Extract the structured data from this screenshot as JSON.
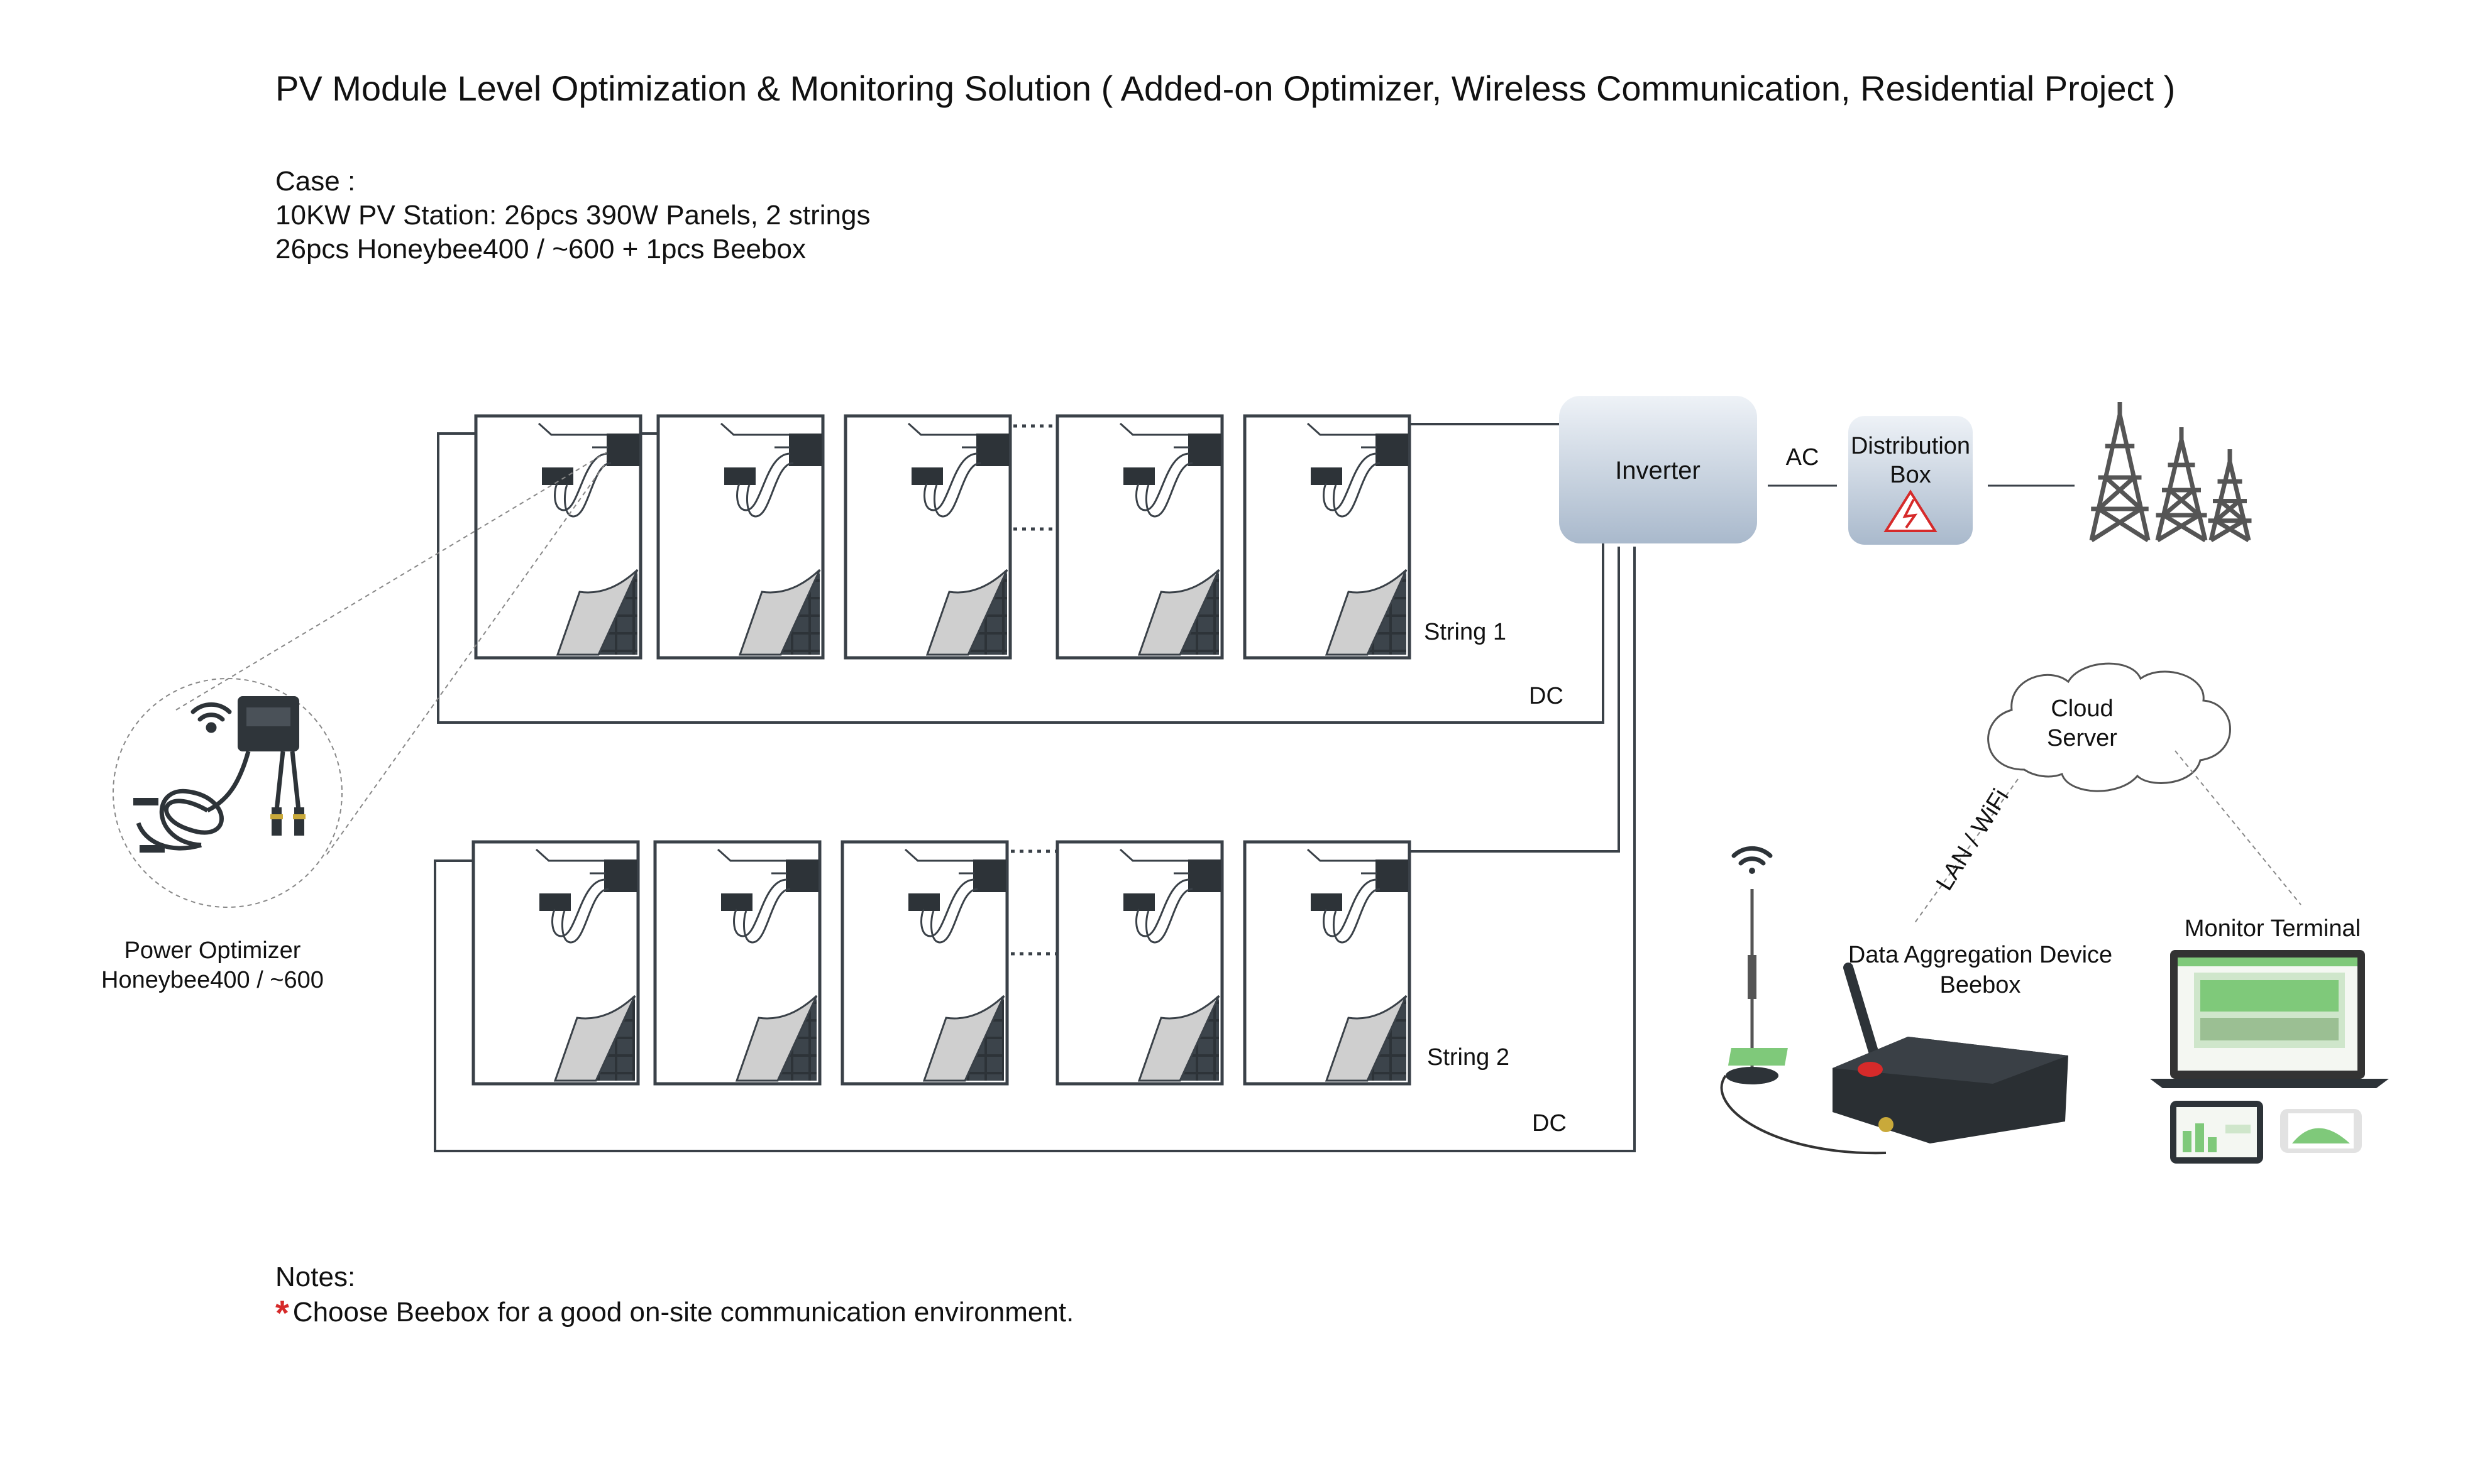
{
  "title": "PV Module Level Optimization & Monitoring Solution ( Added-on Optimizer, Wireless Communication, Residential Project )",
  "case": {
    "heading": "Case :",
    "line1": "10KW PV Station: 26pcs 390W Panels, 2 strings",
    "line2": "26pcs Honeybee400 / ~600 + 1pcs Beebox"
  },
  "strings": {
    "string1_label": "String 1",
    "string2_label": "String 2",
    "dc_label_1": "DC",
    "dc_label_2": "DC"
  },
  "inverter": {
    "label": "Inverter"
  },
  "ac_label": "AC",
  "distribution_box": {
    "line1": "Distribution",
    "line2": "Box"
  },
  "optimizer": {
    "line1": "Power Optimizer",
    "line2": "Honeybee400 / ~600"
  },
  "cloud": {
    "line1": "Cloud",
    "line2": "Server"
  },
  "lan_label": "LAN / WiFi",
  "beebox": {
    "line1": "Data Aggregation Device",
    "line2": "Beebox"
  },
  "monitor": {
    "label": "Monitor Terminal"
  },
  "notes": {
    "heading": "Notes:",
    "star": "*",
    "item1": "Choose Beebox for a good on-site communication environment."
  },
  "colors": {
    "stroke": "#3a4148",
    "inverter_top": "#eef2f7",
    "inverter_bottom": "#a9b9cc",
    "accent_red": "#d62a2a",
    "screen_green": "#7fc97a"
  }
}
